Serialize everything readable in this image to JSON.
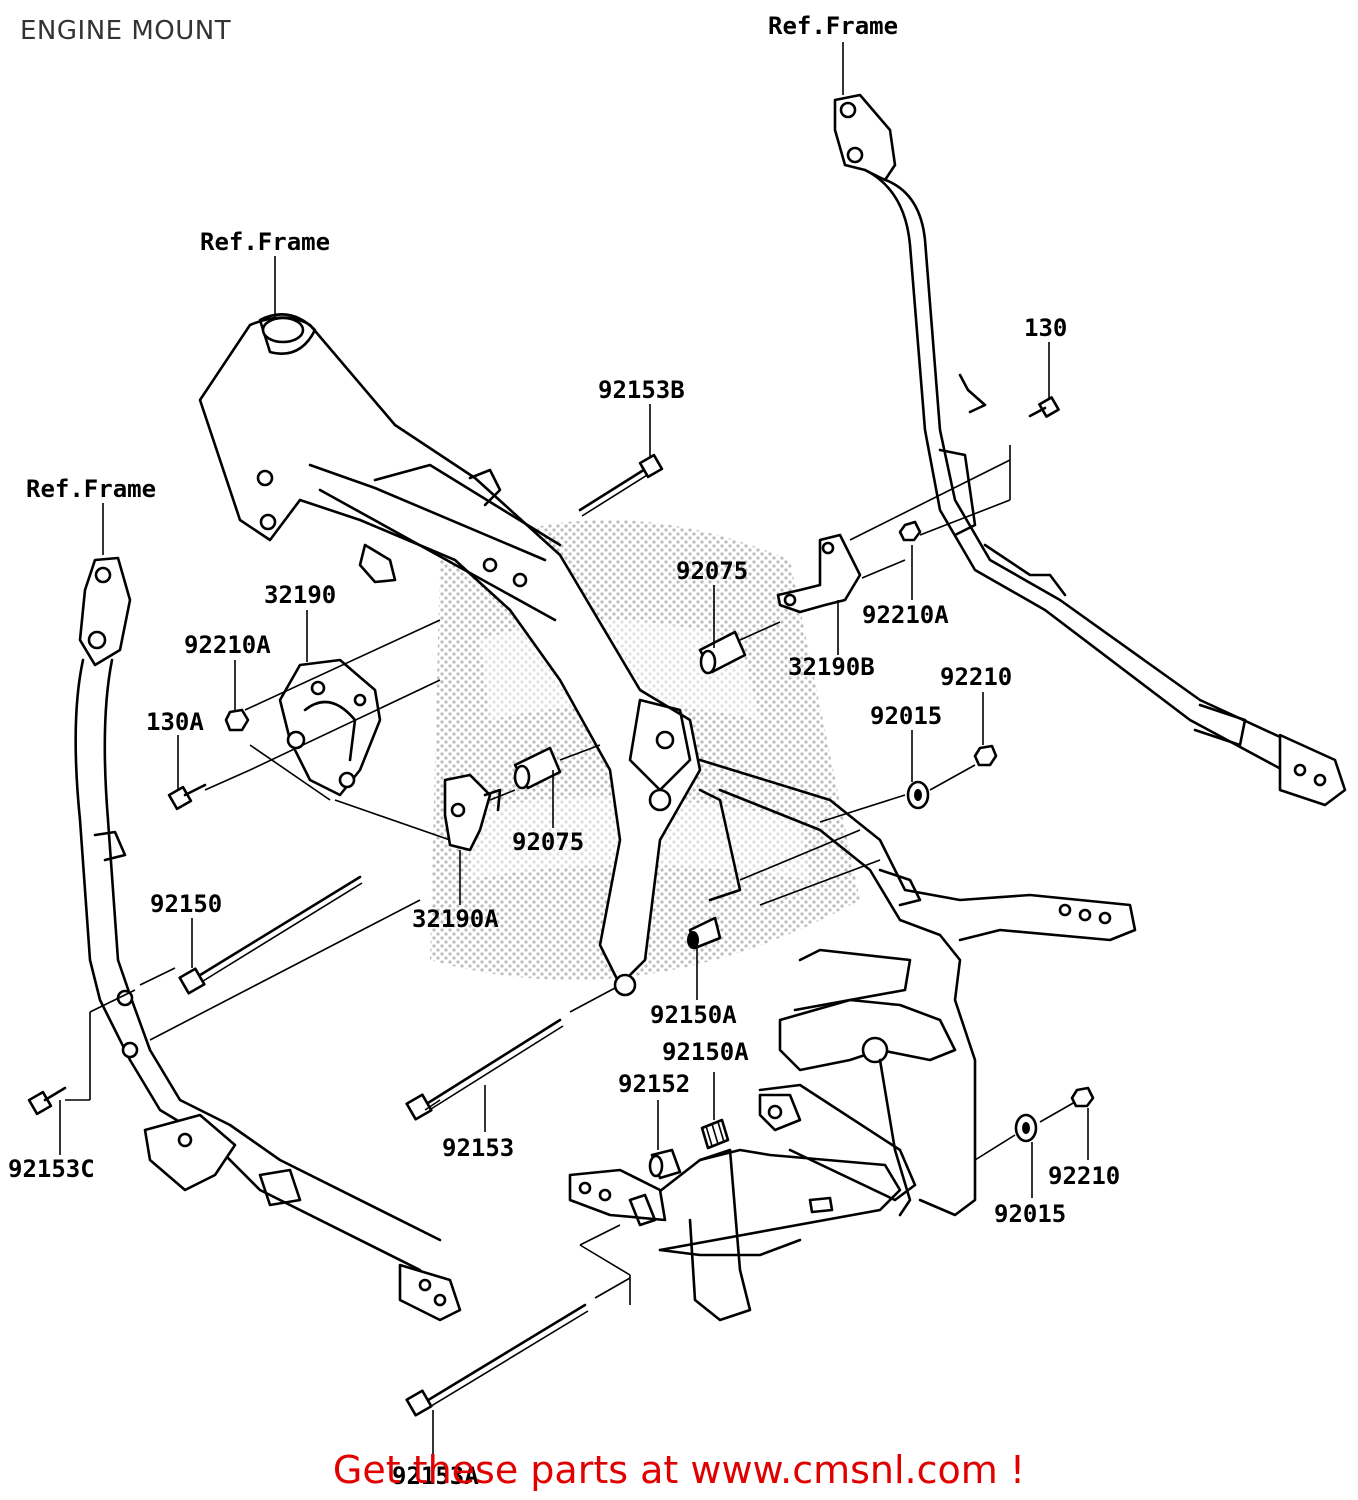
{
  "title": "ENGINE MOUNT",
  "promo_text": "Get these parts at www.cmsnl.com !",
  "colors": {
    "promo": "#e00000",
    "line": "#000000",
    "background": "#ffffff"
  },
  "labels": {
    "ref_frame_top": "Ref.Frame",
    "ref_frame_mid": "Ref.Frame",
    "ref_frame_left": "Ref.Frame",
    "p92153B": "92153B",
    "p130": "130",
    "p92075_upper": "92075",
    "p32190": "32190",
    "p92210A_left": "92210A",
    "p130A": "130A",
    "p92210A_right": "92210A",
    "p32190B": "32190B",
    "p92210_upper": "92210",
    "p92015_upper": "92015",
    "p92075_lower": "92075",
    "p92150": "92150",
    "p32190A": "32190A",
    "p92150A_a": "92150A",
    "p92150A_b": "92150A",
    "p92152": "92152",
    "p92153C": "92153C",
    "p92153": "92153",
    "p92210_lower": "92210",
    "p92015_lower": "92015",
    "p92153A": "92153A"
  }
}
